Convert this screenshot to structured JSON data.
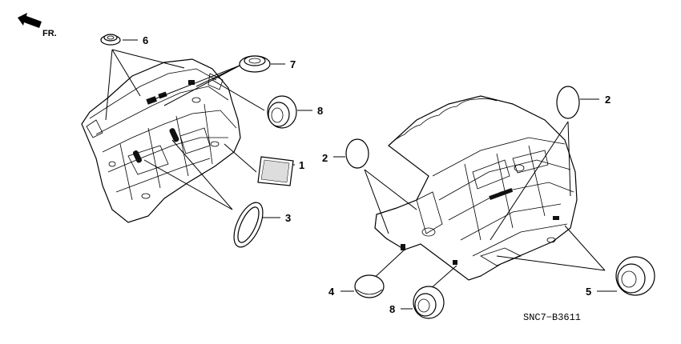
{
  "fr_label": "FR.",
  "diagram_code": "SNC7−B3611",
  "callouts": {
    "c1": "1",
    "c2a": "2",
    "c2b": "2",
    "c3": "3",
    "c4": "4",
    "c5": "5",
    "c6": "6",
    "c7": "7",
    "c8a": "8",
    "c8b": "8"
  }
}
